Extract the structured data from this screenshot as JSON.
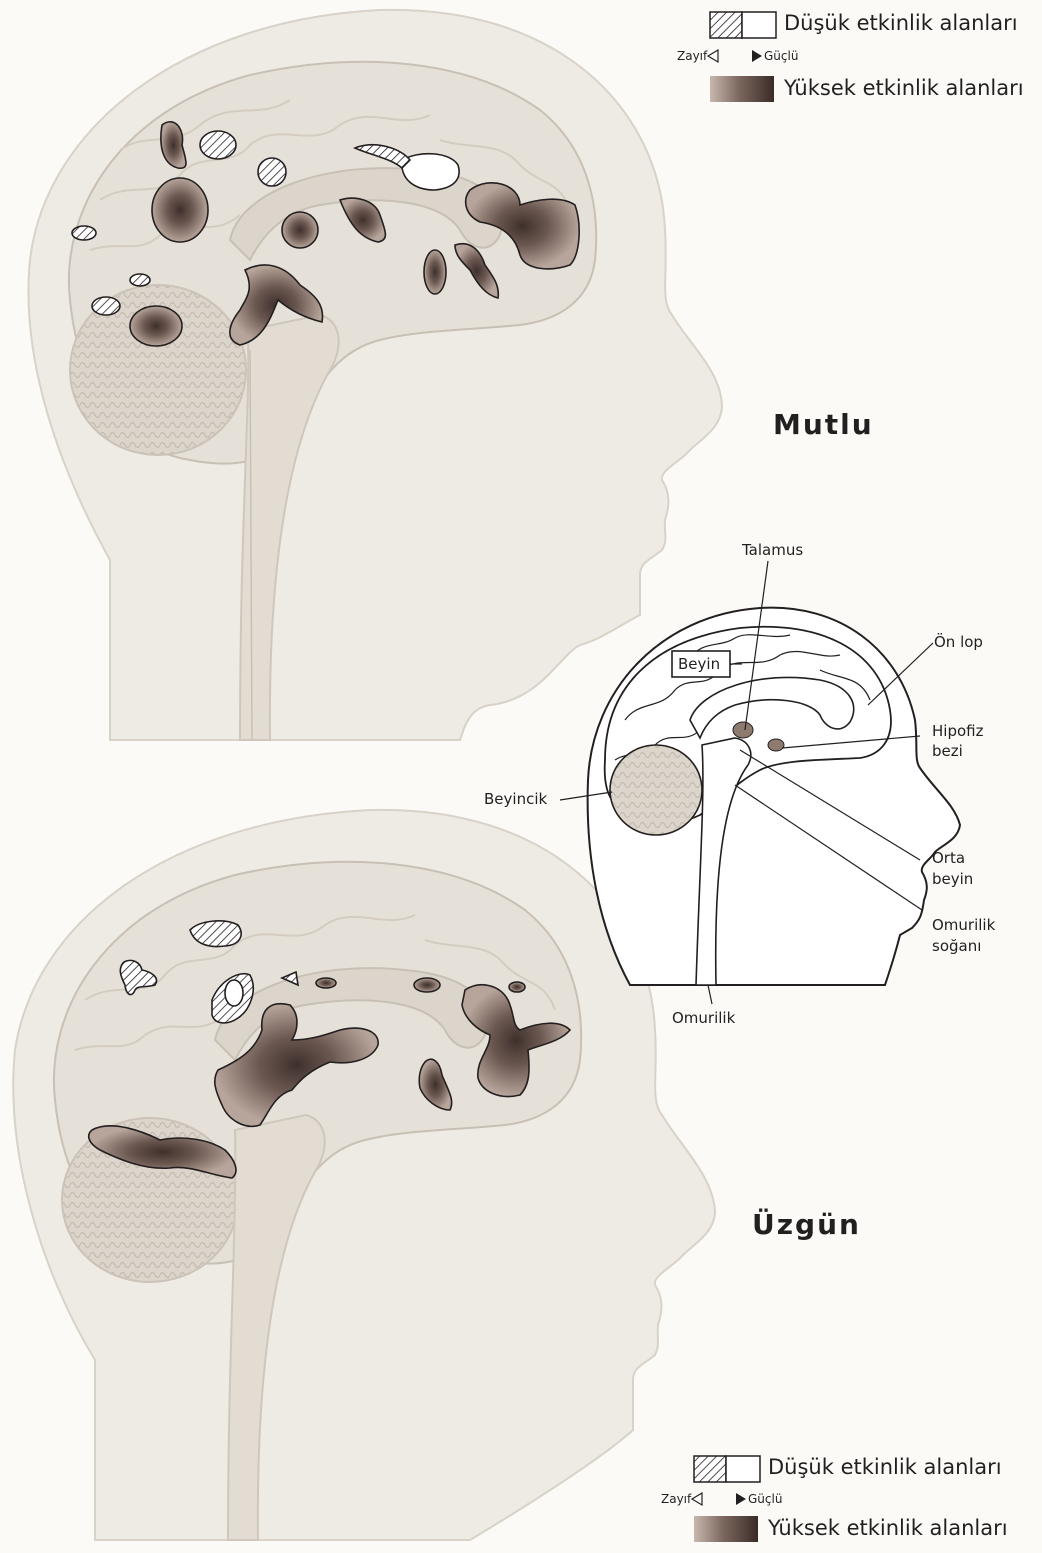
{
  "legend": {
    "low_label": "Düşük etkinlik alanları",
    "high_label": "Yüksek etkinlik alanları",
    "weak_label": "Zayıf",
    "strong_label": "Güçlü"
  },
  "panels": {
    "happy_title": "Mutlu",
    "sad_title": "Üzgün"
  },
  "anatomy": {
    "brain_box": "Beyin",
    "thalamus": "Talamus",
    "frontal_lobe": "Ön lop",
    "pituitary_line1": "Hipofiz",
    "pituitary_line2": "bezi",
    "cerebellum": "Beyincik",
    "midbrain_line1": "Orta",
    "midbrain_line2": "beyin",
    "medulla_line1": "Omurilik",
    "medulla_line2": "soğanı",
    "spinal_cord": "Omurilik"
  },
  "colors": {
    "head_fill": "#eeebe4",
    "brain_fill": "#e6e1d8",
    "brain_line": "#c8c0b4",
    "activity_dark": "#5b4a44",
    "activity_mid": "#8f7a70",
    "activity_light": "#c2b2a8",
    "ink": "#231f20"
  }
}
